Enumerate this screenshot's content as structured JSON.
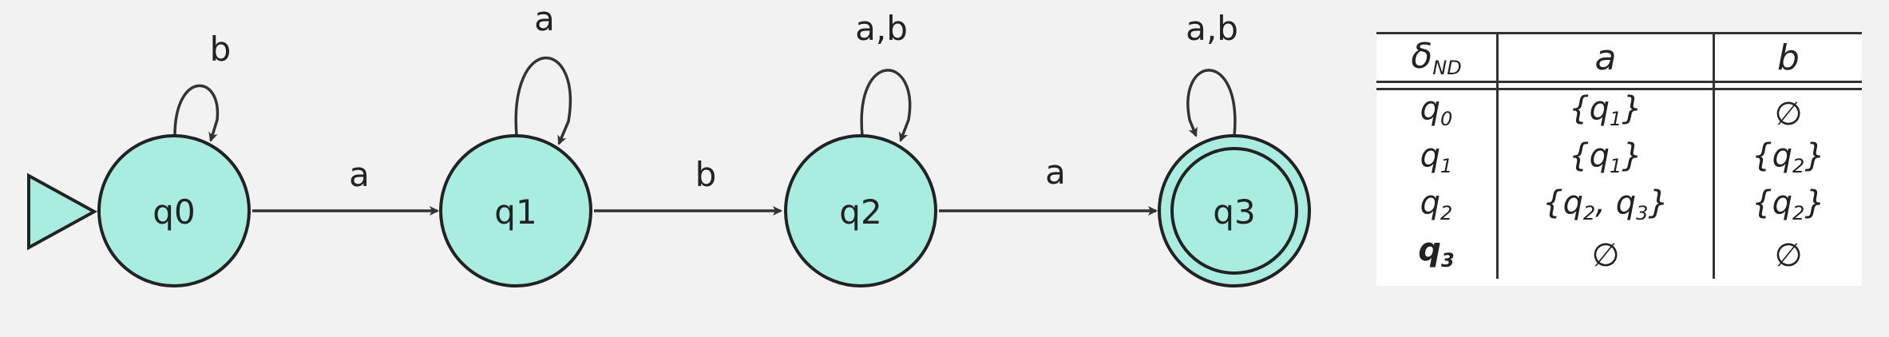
{
  "diagram": {
    "states": [
      {
        "id": "q0",
        "label": "q0",
        "start": true,
        "accepting": false
      },
      {
        "id": "q1",
        "label": "q1",
        "start": false,
        "accepting": false
      },
      {
        "id": "q2",
        "label": "q2",
        "start": false,
        "accepting": false
      },
      {
        "id": "q3",
        "label": "q3",
        "start": false,
        "accepting": true
      }
    ],
    "transitions": [
      {
        "from": "q0",
        "to": "q0",
        "label": "b"
      },
      {
        "from": "q0",
        "to": "q1",
        "label": "a"
      },
      {
        "from": "q1",
        "to": "q1",
        "label": "a"
      },
      {
        "from": "q1",
        "to": "q2",
        "label": "b"
      },
      {
        "from": "q2",
        "to": "q2",
        "label": "a,b"
      },
      {
        "from": "q2",
        "to": "q3",
        "label": "a"
      },
      {
        "from": "q3",
        "to": "q3",
        "label": "a,b"
      }
    ],
    "colors": {
      "state_fill": "#a8ede0",
      "stroke": "#222222",
      "background": "#f2f2f2"
    }
  },
  "table": {
    "header": {
      "delta_symbol": "δ",
      "delta_subscript": "ND",
      "col_a": "a",
      "col_b": "b"
    },
    "rows": [
      {
        "state": "q",
        "state_sub": "0",
        "a": "{q",
        "a_sub": "1",
        "a_rest": "}",
        "b": "∅",
        "b_sub": "",
        "b_rest": "",
        "bold": false
      },
      {
        "state": "q",
        "state_sub": "1",
        "a": "{q",
        "a_sub": "1",
        "a_rest": "}",
        "b": "{q",
        "b_sub": "2",
        "b_rest": "}",
        "bold": false
      },
      {
        "state": "q",
        "state_sub": "2",
        "a": "{q",
        "a_sub": "2",
        "a_rest": ", q",
        "a_sub2": "3",
        "a_rest2": "}",
        "b": "{q",
        "b_sub": "2",
        "b_rest": "}",
        "bold": false
      },
      {
        "state": "q",
        "state_sub": "3",
        "a": "∅",
        "a_sub": "",
        "a_rest": "",
        "b": "∅",
        "b_sub": "",
        "b_rest": "",
        "bold": true
      }
    ]
  }
}
